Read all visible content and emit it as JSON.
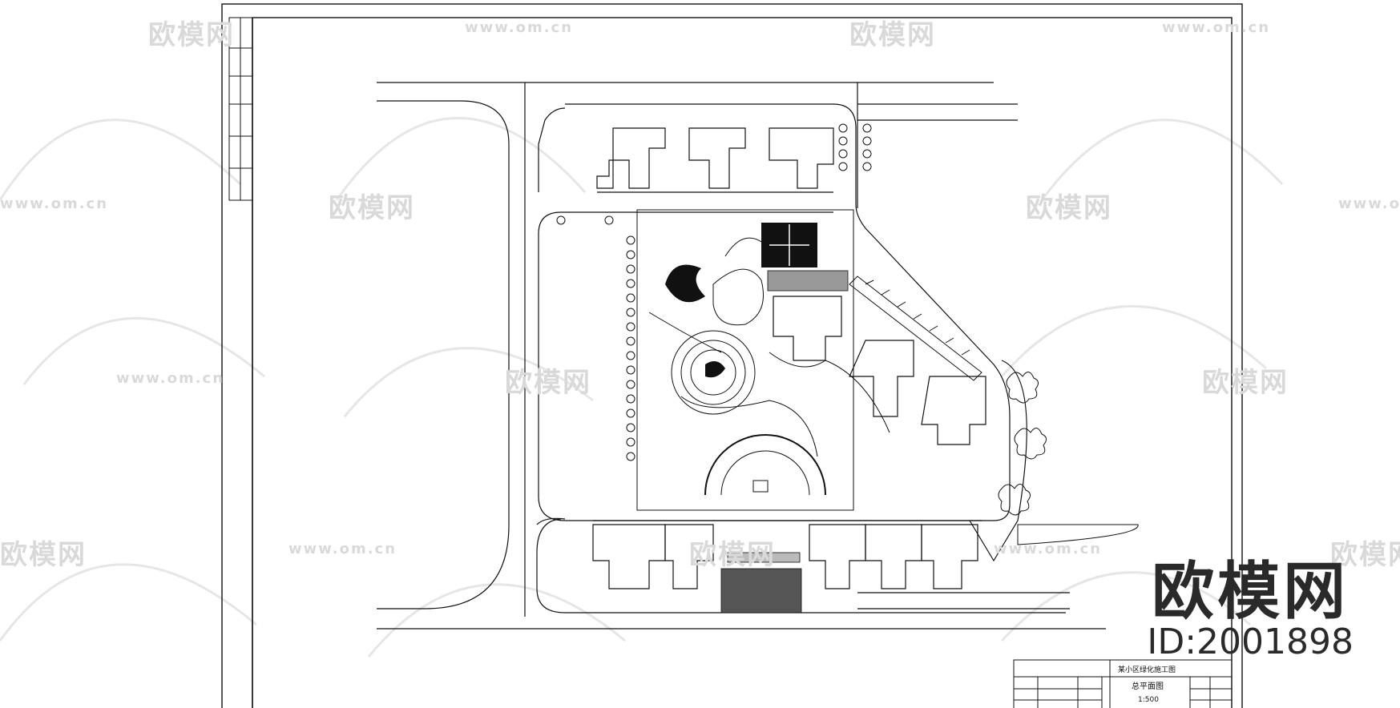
{
  "watermarks": {
    "url": "www.om.cn",
    "logo": "欧模网"
  },
  "brand": {
    "name": "欧模网",
    "id_label": "ID:2001898"
  },
  "title_block": {
    "project": "某小区绿化施工图",
    "drawing_name": "总平面图",
    "scale": "1:500"
  },
  "colors": {
    "line": "#111111",
    "watermark": "#d9d9d9",
    "brand": "#2a2a2a"
  }
}
